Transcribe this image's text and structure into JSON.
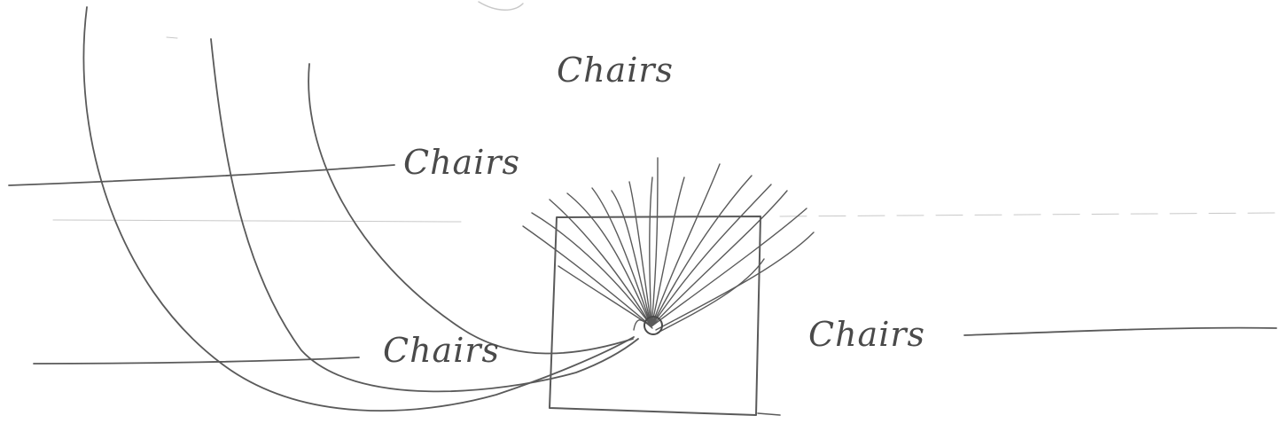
{
  "labels": {
    "top": "Chairs",
    "upper_left": "Chairs",
    "lower_left": "Chairs",
    "right": "Chairs"
  }
}
